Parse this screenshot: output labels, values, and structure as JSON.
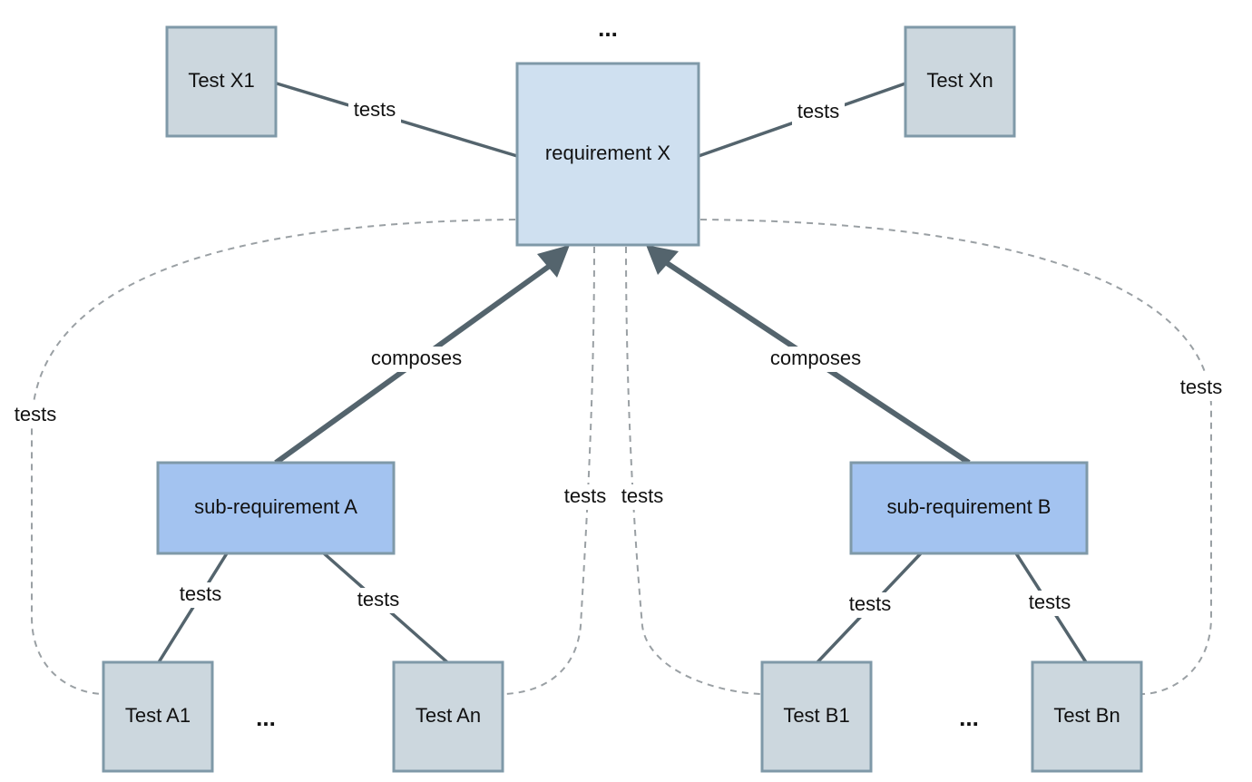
{
  "diagram": {
    "nodes": {
      "requirement_x": "requirement X",
      "test_x1": "Test X1",
      "test_xn": "Test Xn",
      "sub_requirement_a": "sub-requirement A",
      "sub_requirement_b": "sub-requirement B",
      "test_a1": "Test A1",
      "test_an": "Test An",
      "test_b1": "Test B1",
      "test_bn": "Test Bn"
    },
    "edge_labels": {
      "tests": "tests",
      "composes": "composes"
    },
    "ellipsis": "..."
  }
}
